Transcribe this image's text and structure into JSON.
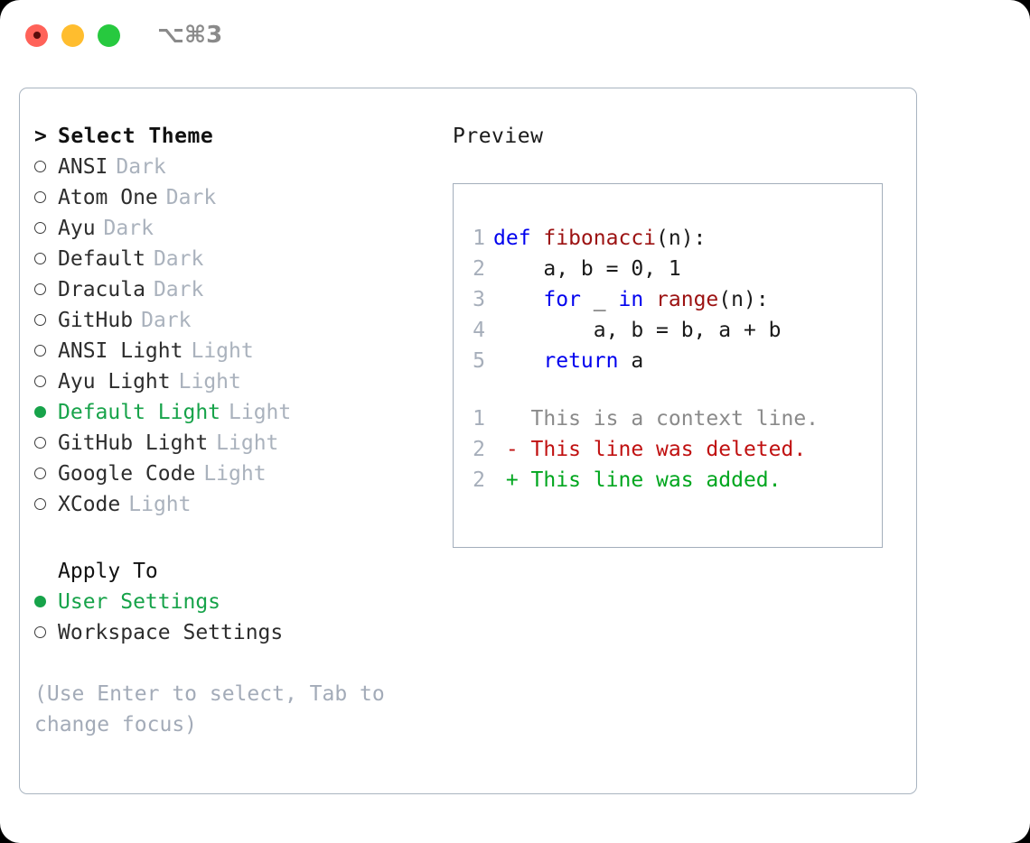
{
  "titlebar": {
    "shortcut": "⌥⌘3",
    "lights": [
      {
        "name": "close",
        "color": "#ff6259"
      },
      {
        "name": "minimize",
        "color": "#ffbd2e"
      },
      {
        "name": "maximize",
        "color": "#27c93f"
      }
    ]
  },
  "theme_picker": {
    "prompt": ">",
    "header": "Select Theme",
    "items": [
      {
        "name": "ANSI",
        "variant": "Dark",
        "selected": false
      },
      {
        "name": "Atom One",
        "variant": "Dark",
        "selected": false
      },
      {
        "name": "Ayu",
        "variant": "Dark",
        "selected": false
      },
      {
        "name": "Default",
        "variant": "Dark",
        "selected": false
      },
      {
        "name": "Dracula",
        "variant": "Dark",
        "selected": false
      },
      {
        "name": "GitHub",
        "variant": "Dark",
        "selected": false
      },
      {
        "name": "ANSI Light",
        "variant": "Light",
        "selected": false
      },
      {
        "name": "Ayu Light",
        "variant": "Light",
        "selected": false
      },
      {
        "name": "Default Light",
        "variant": "Light",
        "selected": true
      },
      {
        "name": "GitHub Light",
        "variant": "Light",
        "selected": false
      },
      {
        "name": "Google Code",
        "variant": "Light",
        "selected": false
      },
      {
        "name": "XCode",
        "variant": "Light",
        "selected": false
      }
    ]
  },
  "apply_to": {
    "header": "Apply To",
    "options": [
      {
        "label": "User Settings",
        "selected": true
      },
      {
        "label": "Workspace Settings",
        "selected": false
      }
    ]
  },
  "hint": "(Use Enter to select, Tab to change focus)",
  "preview": {
    "title": "Preview",
    "code_lines": [
      {
        "num": "1",
        "tokens": [
          {
            "t": "def ",
            "c": "kw"
          },
          {
            "t": "fibonacci",
            "c": "fn"
          },
          {
            "t": "(n):",
            "c": "pl"
          }
        ]
      },
      {
        "num": "2",
        "tokens": [
          {
            "t": "    a, b = 0, 1",
            "c": "pl"
          }
        ]
      },
      {
        "num": "3",
        "tokens": [
          {
            "t": "    ",
            "c": "pl"
          },
          {
            "t": "for",
            "c": "kw"
          },
          {
            "t": " _ ",
            "c": "pl"
          },
          {
            "t": "in",
            "c": "kw"
          },
          {
            "t": " ",
            "c": "pl"
          },
          {
            "t": "range",
            "c": "fn"
          },
          {
            "t": "(n):",
            "c": "pl"
          }
        ]
      },
      {
        "num": "4",
        "tokens": [
          {
            "t": "        a, b = b, a + b",
            "c": "pl"
          }
        ]
      },
      {
        "num": "5",
        "tokens": [
          {
            "t": "    ",
            "c": "pl"
          },
          {
            "t": "return",
            "c": "kw"
          },
          {
            "t": " a",
            "c": "pl"
          }
        ]
      }
    ],
    "diff_lines": [
      {
        "num": "1",
        "sign": " ",
        "text": "This is a context line.",
        "kind": "ctx"
      },
      {
        "num": "2",
        "sign": "-",
        "text": "This line was deleted.",
        "kind": "del"
      },
      {
        "num": "2",
        "sign": "+",
        "text": "This line was added.",
        "kind": "add"
      }
    ]
  },
  "colors": {
    "accent_green": "#17a34a",
    "muted": "#aab2bd",
    "keyword_blue": "#0000ee",
    "function_red": "#9c1212",
    "diff_add": "#00a61e",
    "diff_del": "#c01010",
    "border": "#a9b4c0"
  }
}
